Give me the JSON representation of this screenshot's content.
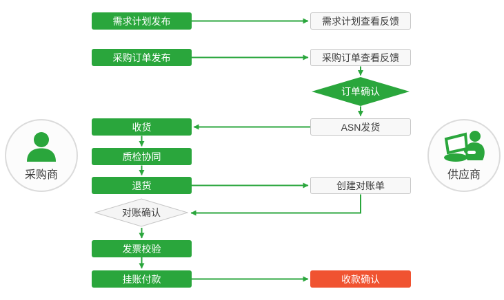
{
  "diagram": {
    "title": "procurement-collaboration-flowchart",
    "actors": {
      "buyer": {
        "label": "采购商",
        "icon": "person-icon"
      },
      "supplier": {
        "label": "供应商",
        "icon": "person-laptop-icon"
      }
    },
    "nodes": {
      "demand_plan_publish": "需求计划发布",
      "demand_plan_feedback": "需求计划查看反馈",
      "po_publish": "采购订单发布",
      "po_feedback": "采购订单查看反馈",
      "order_confirm": "订单确认",
      "asn_ship": "ASN发货",
      "receive_goods": "收货",
      "quality_collab": "质检协同",
      "return_goods": "退货",
      "create_statement": "创建对账单",
      "recon_confirm": "对账确认",
      "invoice_check": "发票校验",
      "payment_on_account": "挂账付款",
      "receipt_confirm": "收款确认"
    },
    "colors": {
      "green": "#2AA63C",
      "red": "#F05331",
      "white_box_bg": "#F8F8F8",
      "white_box_border": "#C6C6C6",
      "gray_diamond_bg": "#F5F5F5",
      "gray_diamond_border": "#C6C6C6",
      "dark_text": "#3C3C3C",
      "circle_border": "#DBDBDB"
    }
  }
}
